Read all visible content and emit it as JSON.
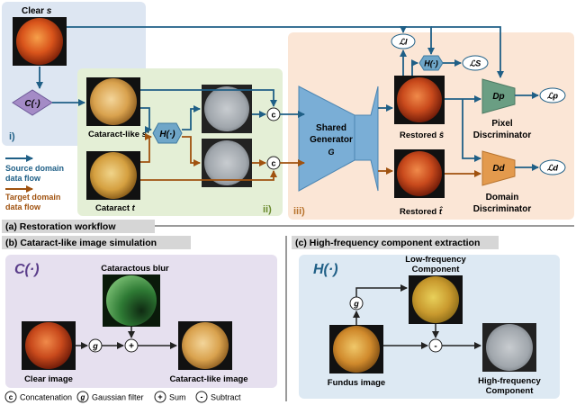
{
  "panel_a": {
    "caption": "(a) Restoration workflow",
    "clear_label": "Clear",
    "clear_sym": "s",
    "cataract_like_label": "Cataract-like",
    "cataract_like_sym": "s′",
    "cataract_label": "Cataract",
    "cataract_sym": "t",
    "c_op": "C(·)",
    "h_op": "H(·)",
    "concat": "c",
    "generator_line1": "Shared",
    "generator_line2": "Generator",
    "generator_sym": "G",
    "restored_s_label": "Restored",
    "restored_s_sym": "ŝ",
    "restored_t_label": "Restored",
    "restored_t_sym": "t̂",
    "loss_l": "ℒl",
    "loss_s": "ℒS",
    "loss_p": "ℒp",
    "loss_d": "ℒd",
    "dp": "Dp",
    "dd": "Dd",
    "pixel_disc_line1": "Pixel",
    "pixel_disc_line2": "Discriminator",
    "domain_disc_line1": "Domain",
    "domain_disc_line2": "Discriminator",
    "legend_source_line1": "Source domain",
    "legend_source_line2": "data flow",
    "legend_target_line1": "Target domain",
    "legend_target_line2": "data flow",
    "region_i": "i)",
    "region_ii": "ii)",
    "region_iii": "iii)"
  },
  "panel_b": {
    "caption": "(b) Cataract-like image simulation",
    "title": "C(·)",
    "blur_label": "Cataractous blur",
    "clear_label": "Clear image",
    "result_label": "Cataract-like image",
    "g_op": "g",
    "sum_op": "+"
  },
  "panel_c": {
    "caption": "(c) High-frequency component extraction",
    "title": "H(·)",
    "low_line1": "Low-frequency",
    "low_line2": "Component",
    "fundus_label": "Fundus image",
    "high_line1": "High-frequency",
    "high_line2": "Component",
    "g_op": "g",
    "sub_op": "-"
  },
  "legend": {
    "c_sym": "c",
    "c_text": "Concatenation",
    "g_sym": "g",
    "g_text": "Gaussian filter",
    "plus_sym": "+",
    "plus_text": "Sum",
    "minus_sym": "-",
    "minus_text": "Subtract"
  },
  "colors": {
    "source_flow": "#1f5f86",
    "target_flow": "#a0520f",
    "region_i": "#dde6f2",
    "region_ii": "#e4efd6",
    "region_iii": "#fbe6d6",
    "panel_b_bg": "#e6e0ef",
    "panel_c_bg": "#dde9f3",
    "c_op": "#a48bc6",
    "h_op": "#6fa6c8",
    "generator": "#7aaed6",
    "discriminator_p": "#6a9e83",
    "discriminator_d": "#e39a4d"
  }
}
